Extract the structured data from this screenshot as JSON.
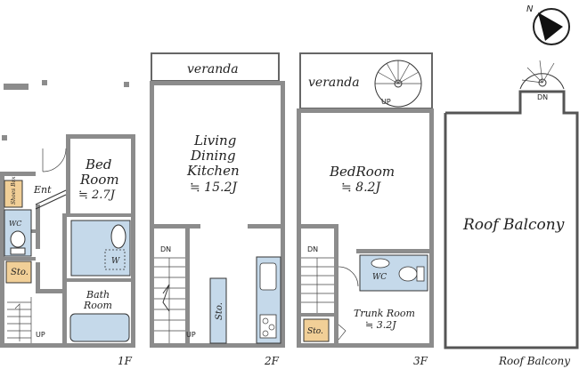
{
  "compass": {
    "north_label": "N"
  },
  "floors": {
    "f1": {
      "label": "1F",
      "rooms": {
        "bedroom": {
          "name_line1": "Bed",
          "name_line2": "Room",
          "area": "≒ 2.7J"
        },
        "entrance": "Ent",
        "shoes_box": "Shoes Box",
        "wc": "WC",
        "storage": "Sto.",
        "washer": "W",
        "bath": {
          "line1": "Bath",
          "line2": "Room"
        },
        "stairs_up": "UP"
      }
    },
    "f2": {
      "label": "2F",
      "rooms": {
        "veranda": "veranda",
        "ldk": {
          "line1": "Living",
          "line2": "Dining",
          "line3": "Kitchen",
          "area": "≒ 15.2J"
        },
        "stairs_dn": "DN",
        "stairs_up": "UP",
        "storage": "Sto."
      }
    },
    "f3": {
      "label": "3F",
      "rooms": {
        "veranda": "veranda",
        "spiral_up": "UP",
        "bedroom": {
          "name": "BedRoom",
          "area": "≒ 8.2J"
        },
        "stairs_dn": "DN",
        "wc": "WC",
        "trunk": {
          "name": "Trunk Room",
          "area": "≒ 3.2J"
        },
        "storage": "Sto."
      }
    },
    "roof": {
      "label": "Roof Balcony",
      "rooms": {
        "balcony": "Roof Balcony",
        "spiral_dn": "DN"
      }
    }
  }
}
